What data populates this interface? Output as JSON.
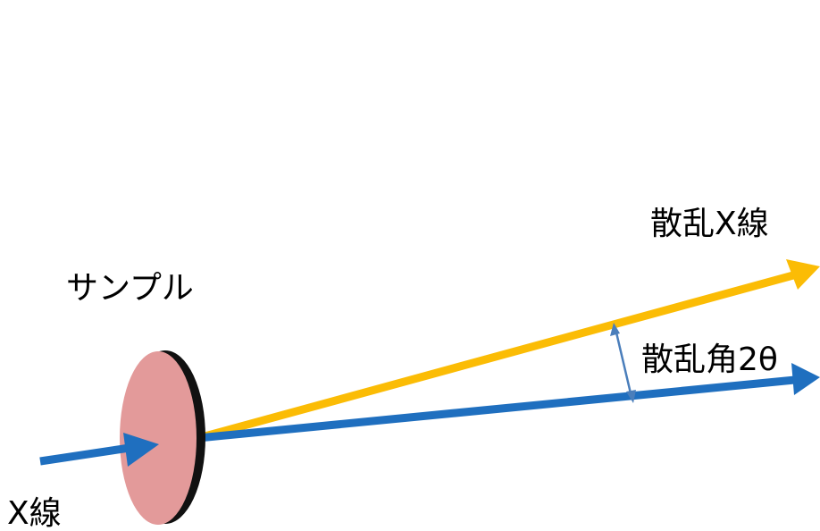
{
  "labels": {
    "sample": "サンプル",
    "incident_xray": "X線",
    "scattered_xray": "散乱X線",
    "scattering_angle": "散乱角2θ"
  },
  "colors": {
    "incident_beam": "#1f6fbf",
    "scattered_beam": "#fbbc05",
    "sample_face": "#e39a9a",
    "sample_edge": "#111111",
    "angle_arrow": "#4a7ebb",
    "text": "#000000",
    "background": "#ffffff"
  }
}
